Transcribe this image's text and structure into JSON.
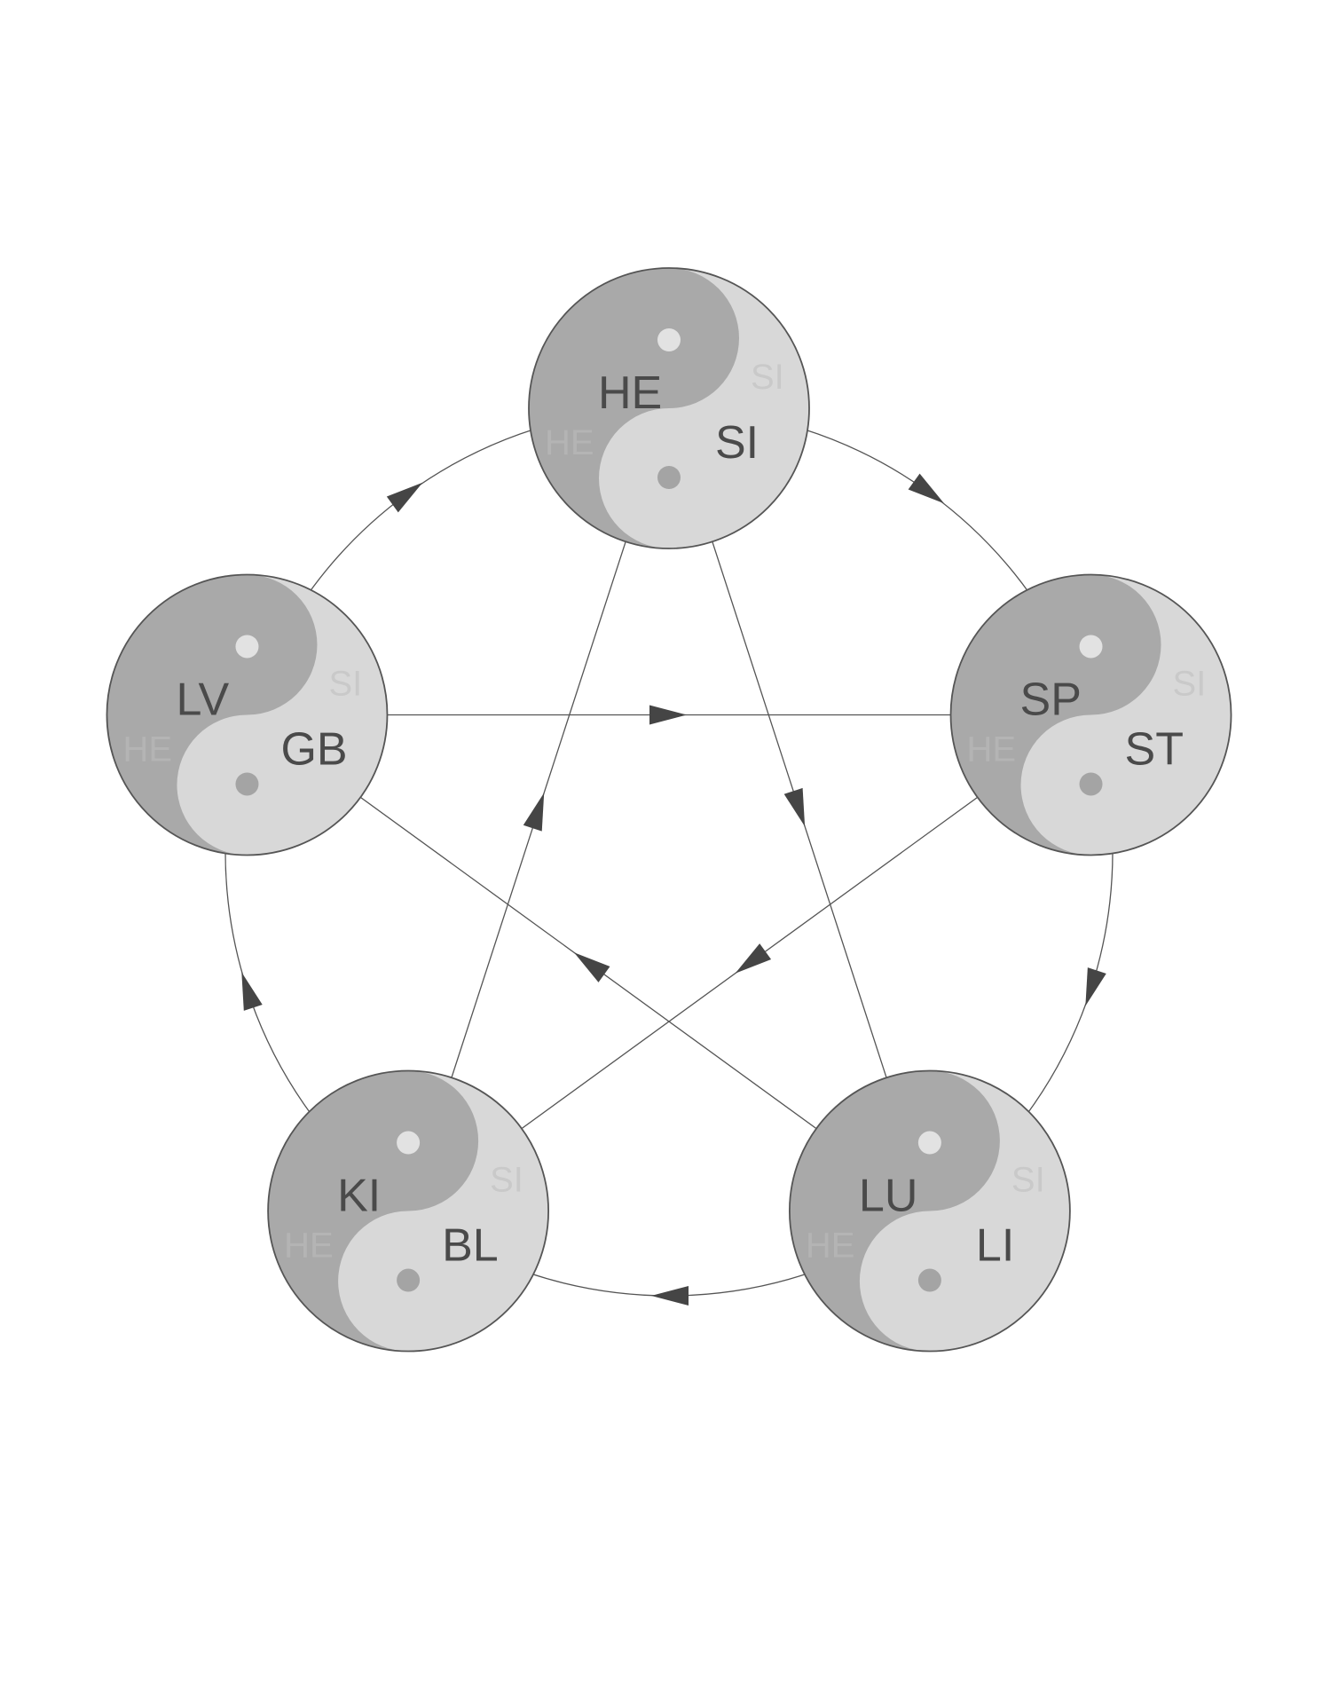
{
  "colors": {
    "dark_half": "#a9a9a9",
    "light_half": "#d8d8d8",
    "outline": "#555555",
    "line": "#555555",
    "arrow": "#454545",
    "text": "#4a4a4a"
  },
  "nodes": [
    {
      "id": "he",
      "yin": "HE",
      "yang": "SI"
    },
    {
      "id": "sp",
      "yin": "SP",
      "yang": "ST"
    },
    {
      "id": "lu",
      "yin": "LU",
      "yang": "LI"
    },
    {
      "id": "ki",
      "yin": "KI",
      "yang": "BL"
    },
    {
      "id": "lv",
      "yin": "LV",
      "yang": "GB"
    }
  ],
  "ghost_labels": {
    "left": "HE",
    "right": "SI"
  },
  "generating_cycle": [
    [
      "he",
      "sp"
    ],
    [
      "sp",
      "lu"
    ],
    [
      "lu",
      "ki"
    ],
    [
      "ki",
      "lv"
    ],
    [
      "lv",
      "he"
    ]
  ],
  "controlling_cycle": [
    [
      "he",
      "lu"
    ],
    [
      "lu",
      "lv"
    ],
    [
      "lv",
      "sp"
    ],
    [
      "sp",
      "ki"
    ],
    [
      "ki",
      "he"
    ]
  ]
}
